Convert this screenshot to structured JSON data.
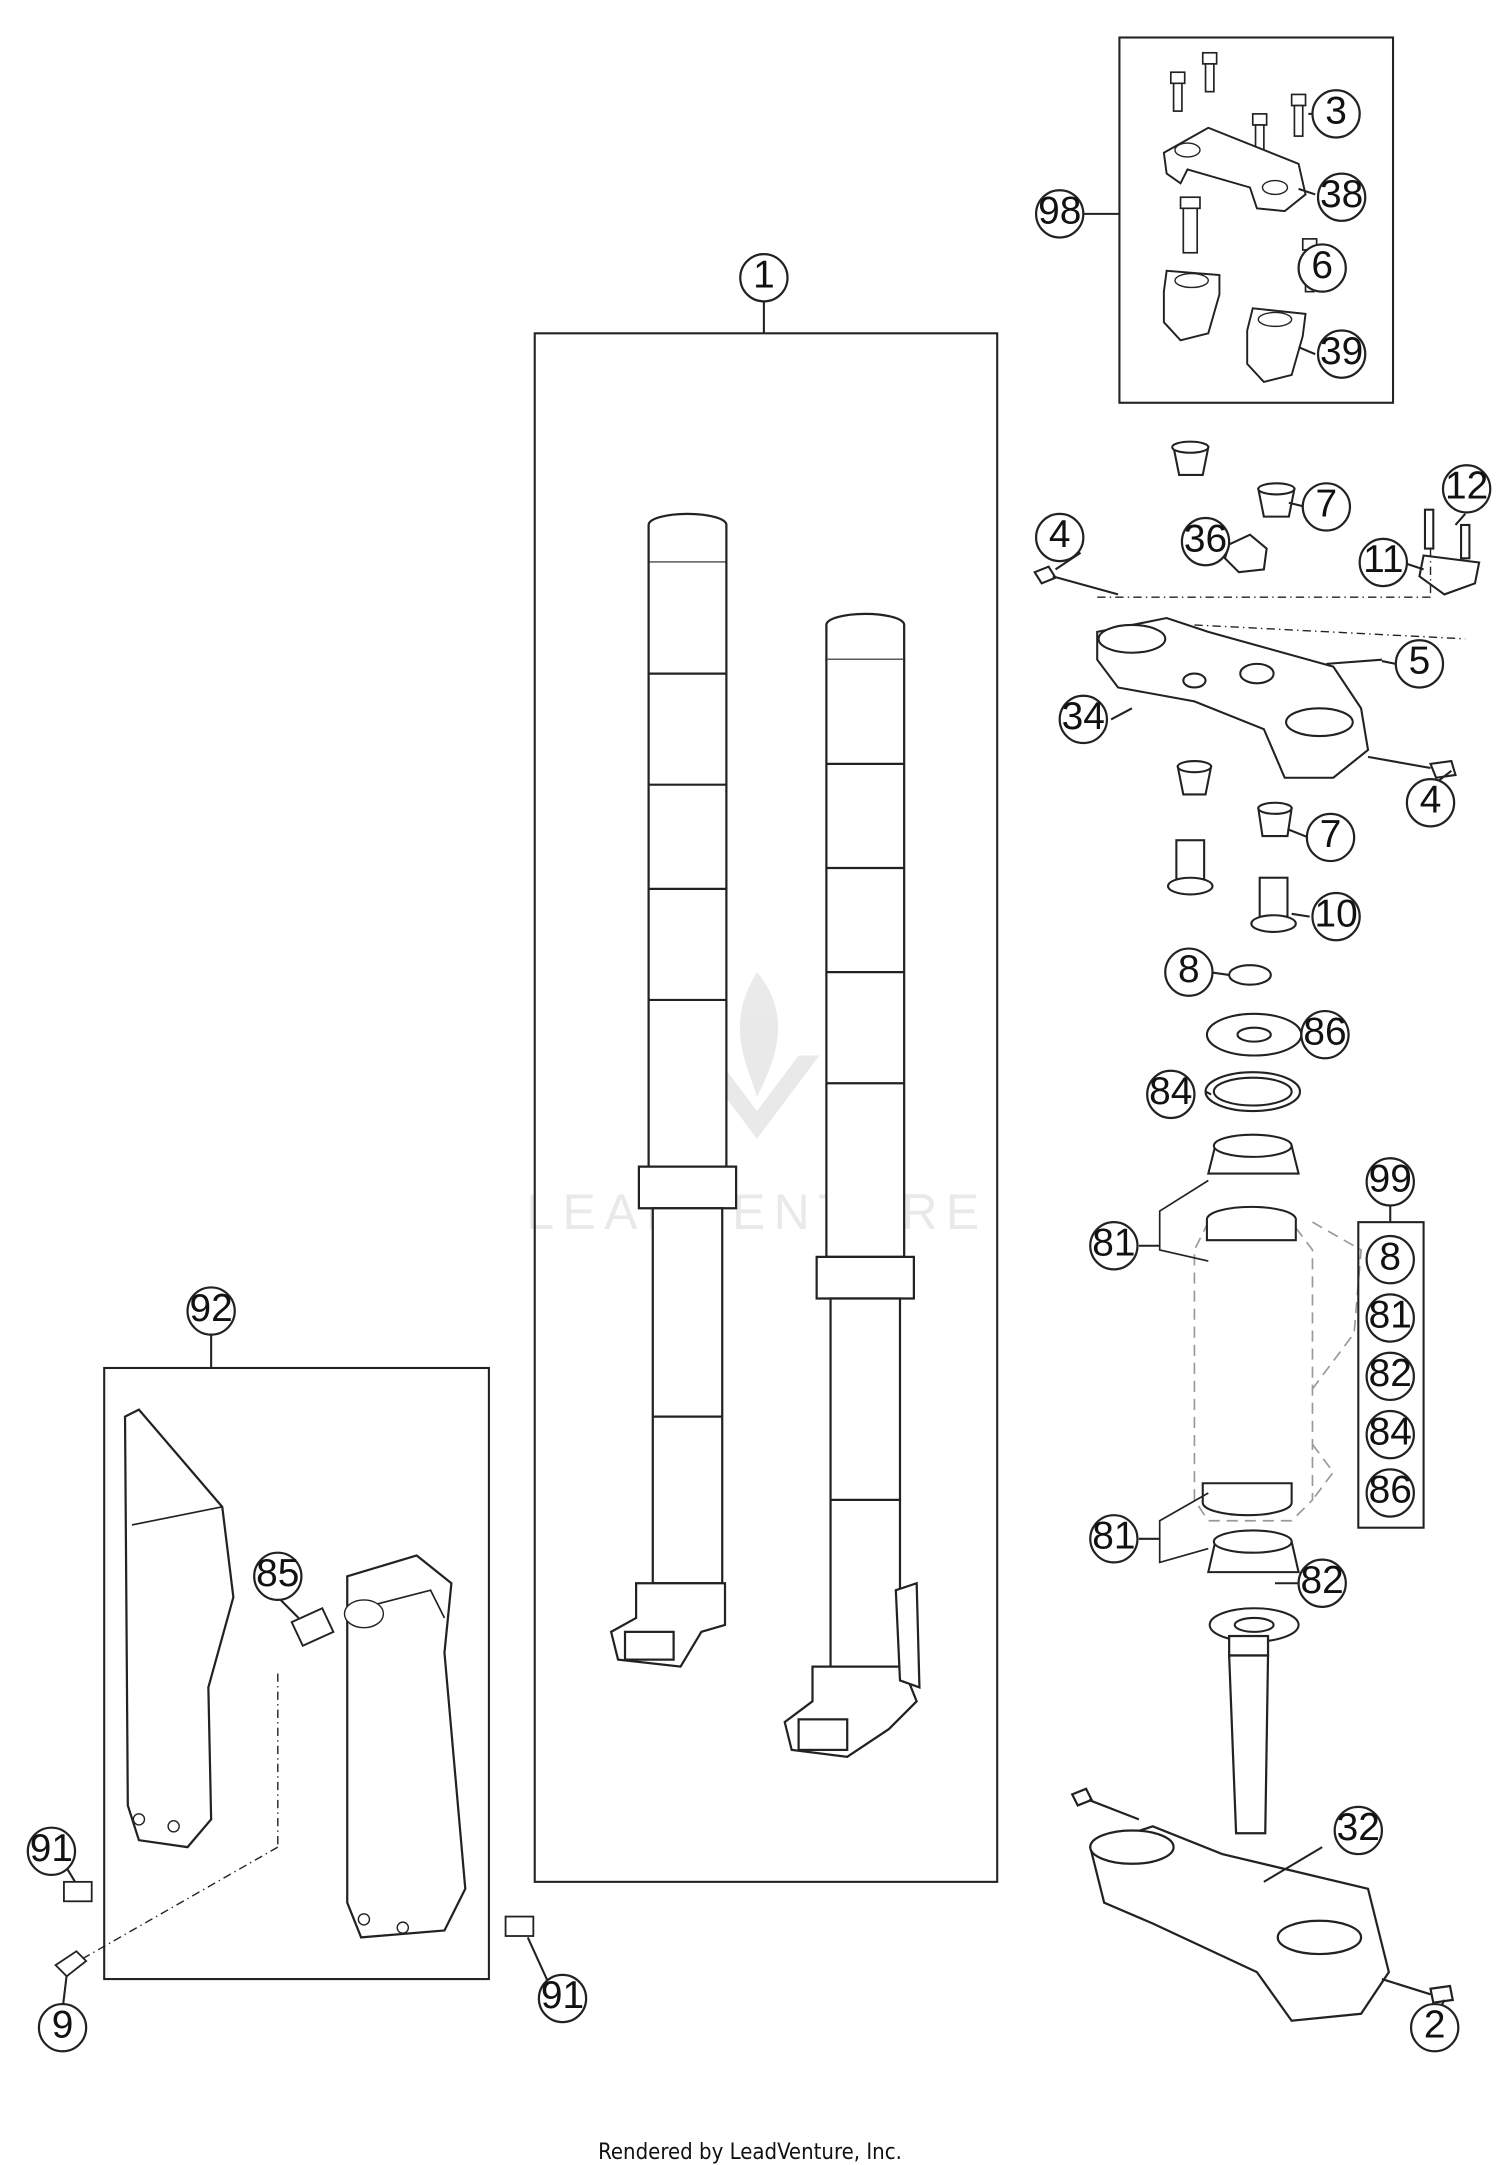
{
  "footer": "Rendered by LeadVenture, Inc.",
  "watermark": "LEADVENTURE",
  "callouts": {
    "c1": "1",
    "c2": "2",
    "c3": "3",
    "c4a": "4",
    "c4b": "4",
    "c5": "5",
    "c6": "6",
    "c7a": "7",
    "c7b": "7",
    "c8": "8",
    "c9": "9",
    "c10": "10",
    "c11": "11",
    "c12": "12",
    "c32": "32",
    "c34": "34",
    "c36": "36",
    "c38": "38",
    "c39": "39",
    "c81a": "81",
    "c81b": "81",
    "c82": "82",
    "c84": "84",
    "c85": "85",
    "c86": "86",
    "c91a": "91",
    "c91b": "91",
    "c92": "92",
    "c98": "98",
    "c99": "99"
  },
  "kit99": [
    "8",
    "81",
    "82",
    "84",
    "86"
  ]
}
